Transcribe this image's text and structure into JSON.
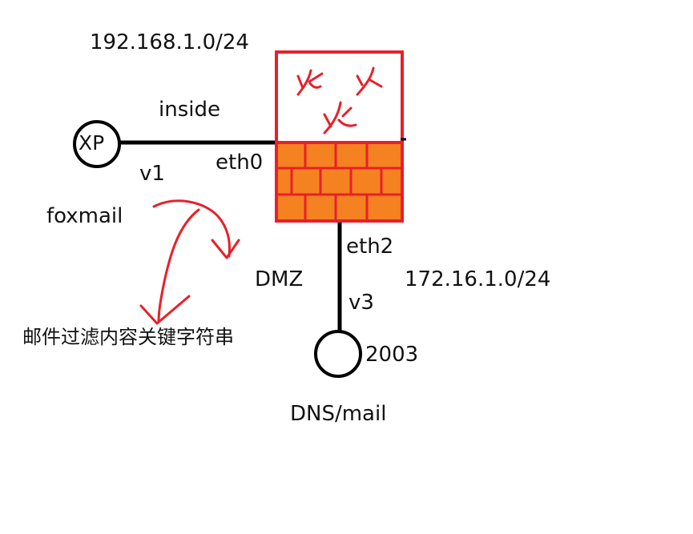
{
  "labels": {
    "inside_subnet": "192.168.1.0/24",
    "inside_zone": "inside",
    "xp_node": "XP",
    "eth0": "eth0",
    "v1": "v1",
    "foxmail": "foxmail",
    "annotation": "邮件过滤内容关键字符串",
    "eth2": "eth2",
    "dmz_zone": "DMZ",
    "dmz_subnet": "172.16.1.0/24",
    "v3": "v3",
    "server_version": "2003",
    "server_role": "DNS/mail"
  },
  "colors": {
    "firewall_border": "#e8202a",
    "brick_fill": "#f58220",
    "flame_stroke": "#e8202a",
    "annotation_arrow": "#e8202a",
    "line": "#000000"
  }
}
